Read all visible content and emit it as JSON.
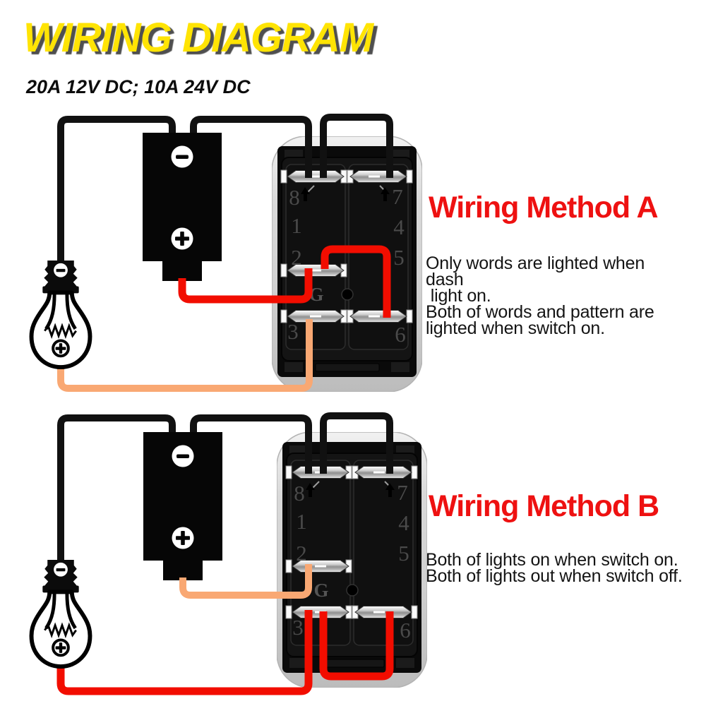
{
  "header": {
    "title": "WIRING DIAGRAM",
    "subtitle": "20A 12V DC; 10A 24V DC"
  },
  "methods": {
    "a": {
      "heading": "Wiring Method A",
      "description": "Only words are lighted when dash\n light on.\nBoth of words and pattern are\nlighted when switch on."
    },
    "b": {
      "heading": "Wiring Method B",
      "description": "Both of lights on when switch on.\nBoth of lights out when switch off."
    }
  },
  "switch_pins": {
    "p8": "8",
    "p7": "7",
    "p1": "1",
    "p4": "4",
    "p2": "2",
    "p5": "5",
    "p3": "3",
    "p6": "6",
    "ground": "G"
  },
  "icons": {
    "battery_negative_terminal": "minus-in-circle",
    "battery_positive_terminal": "plus-in-circle",
    "bulb_negative_terminal": "minus-in-circle",
    "bulb_positive_terminal": "plus-in-circle",
    "switch_terminal_arrow": "up-arrow",
    "switch_mounting_hole": "circle"
  },
  "colors": {
    "title_yellow": "#ffe404",
    "heading_red": "#ee1111",
    "wire_black": "#111111",
    "wire_red": "#f20d00",
    "wire_orange": "#f9a873",
    "switch_body_gray": "#d6d6d6",
    "switch_face_black": "#0a0a0a"
  }
}
